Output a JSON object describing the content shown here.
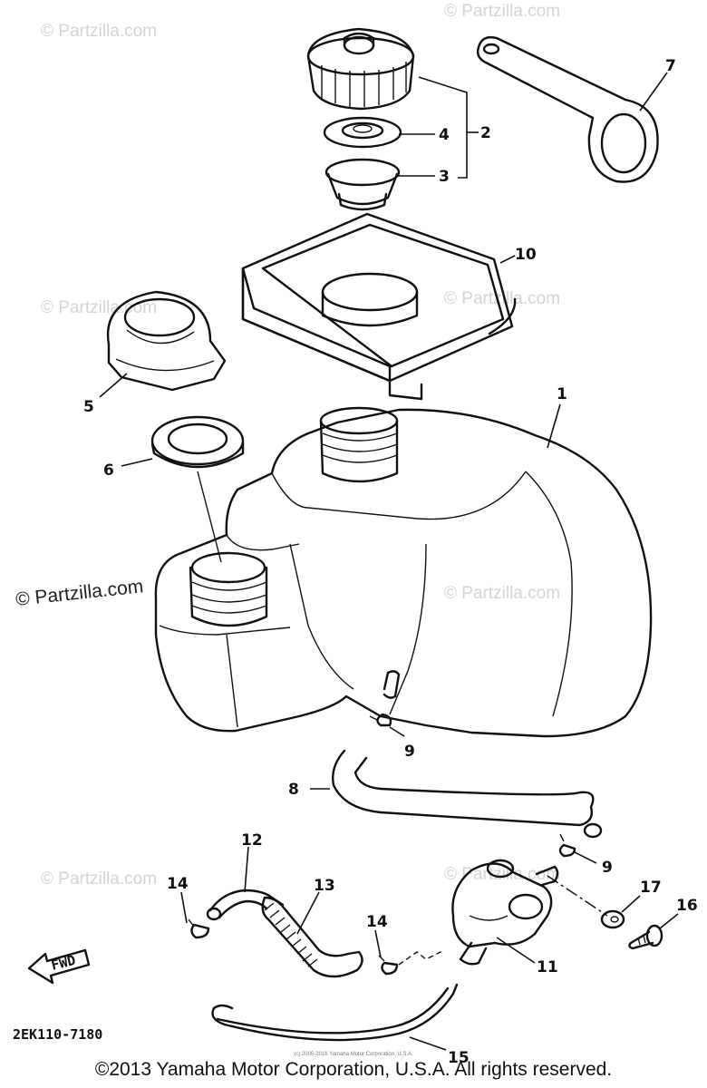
{
  "watermark": "© Partzilla.com",
  "watermark_dark": "© Partzilla.com",
  "diagram_code": "2EK110-7180",
  "fwd_label": "FWD",
  "small_note": "(c) 2005-2016 Yamaha Motor Corporation, U.S.A.",
  "copyright": "©2013 Yamaha Motor Corporation, U.S.A. All rights reserved.",
  "callouts": {
    "c1": "1",
    "c2": "2",
    "c3": "3",
    "c4": "4",
    "c5": "5",
    "c6": "6",
    "c7": "7",
    "c8": "8",
    "c9a": "9",
    "c9b": "9",
    "c10": "10",
    "c11": "11",
    "c12": "12",
    "c13": "13",
    "c14a": "14",
    "c14b": "14",
    "c15": "15",
    "c16": "16",
    "c17": "17"
  }
}
